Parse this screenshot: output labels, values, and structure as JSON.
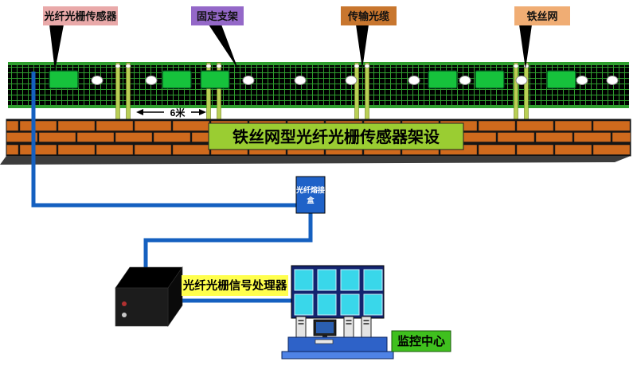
{
  "callouts": {
    "sensor": {
      "label": "光纤光栅传感器",
      "color": "#e9a9a9"
    },
    "bracket": {
      "label": "固定支架",
      "color": "#9468c8"
    },
    "cable": {
      "label": "传输光缆",
      "color": "#c8762e"
    },
    "mesh": {
      "label": "铁丝网",
      "color": "#f0ad74"
    }
  },
  "fence": {
    "caption": "铁丝网型光纤光栅传感器架设",
    "caption_bg": "#9acd32",
    "post_spacing_label": "6米",
    "sensors_x": [
      62,
      204,
      252,
      538,
      597,
      687
    ],
    "insulators_x": [
      122,
      190,
      312,
      377,
      441,
      520,
      584,
      655,
      731,
      769
    ],
    "posts_x": [
      148,
      161,
      262,
      275,
      448,
      461,
      648,
      661
    ]
  },
  "splice_box": {
    "label_line1": "光纤熔接",
    "label_line2": "盒",
    "color": "#1f62c8"
  },
  "processor": {
    "label": "光纤光栅信号处理器",
    "label_bg": "#ffff4d"
  },
  "control_center": {
    "label": "监控中心",
    "label_bg": "#3fc01e",
    "screen_rows": 2,
    "screen_cols": 4,
    "towers_x": [
      372,
      432,
      454
    ]
  },
  "colors": {
    "cable_blue": "#1560c0",
    "mesh_line": "#2f9e2f",
    "fence_bg": "#000000",
    "brick": "#cf6a1d",
    "sensor_green": "#16c23c"
  }
}
